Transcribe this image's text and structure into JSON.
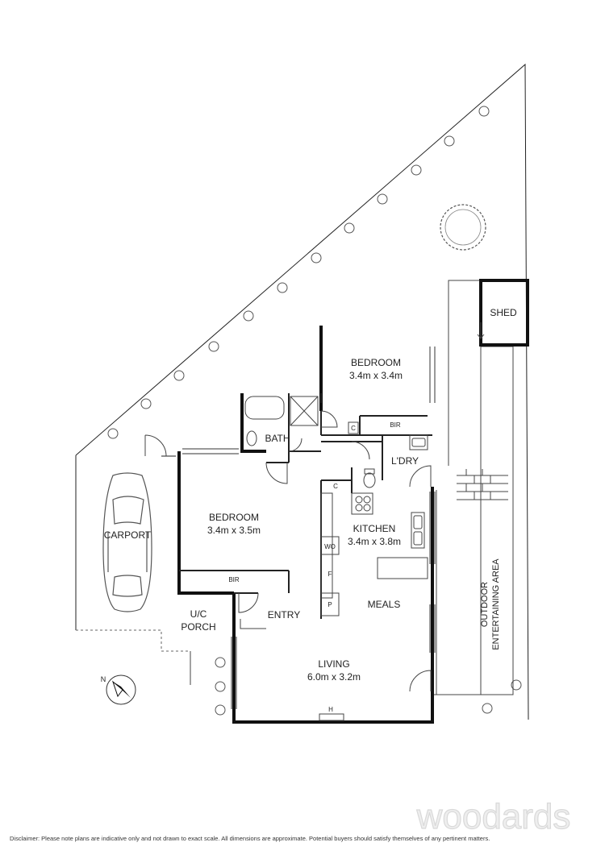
{
  "rooms": {
    "bedroom1": {
      "name": "BEDROOM",
      "size": "3.4m x 3.4m"
    },
    "bedroom2": {
      "name": "BEDROOM",
      "size": "3.4m x 3.5m"
    },
    "kitchen": {
      "name": "KITCHEN",
      "size": "3.4m x 3.8m"
    },
    "living": {
      "name": "LIVING",
      "size": "6.0m x 3.2m"
    },
    "bath": "BATH",
    "laundry": "L'DRY",
    "shed": "SHED",
    "carport": "CARPORT",
    "porch_line1": "U/C",
    "porch_line2": "PORCH",
    "entry": "ENTRY",
    "meals": "MEALS",
    "outdoor_line1": "OUTDOOR",
    "outdoor_line2": "ENTERTAINING AREA"
  },
  "fixtures": {
    "bir1": "BIR",
    "bir2": "BIR",
    "c1": "C",
    "c2": "C",
    "wo": "WO",
    "f": "F",
    "p": "P",
    "h": "H"
  },
  "compass": {
    "north": "N"
  },
  "branding": {
    "logo_text": "woodards"
  },
  "disclaimer": "Disclaimer: Please note plans are indicative only and not drawn to exact scale. All dimensions are approximate. Potential buyers should satisfy themselves of any pertinent matters."
}
